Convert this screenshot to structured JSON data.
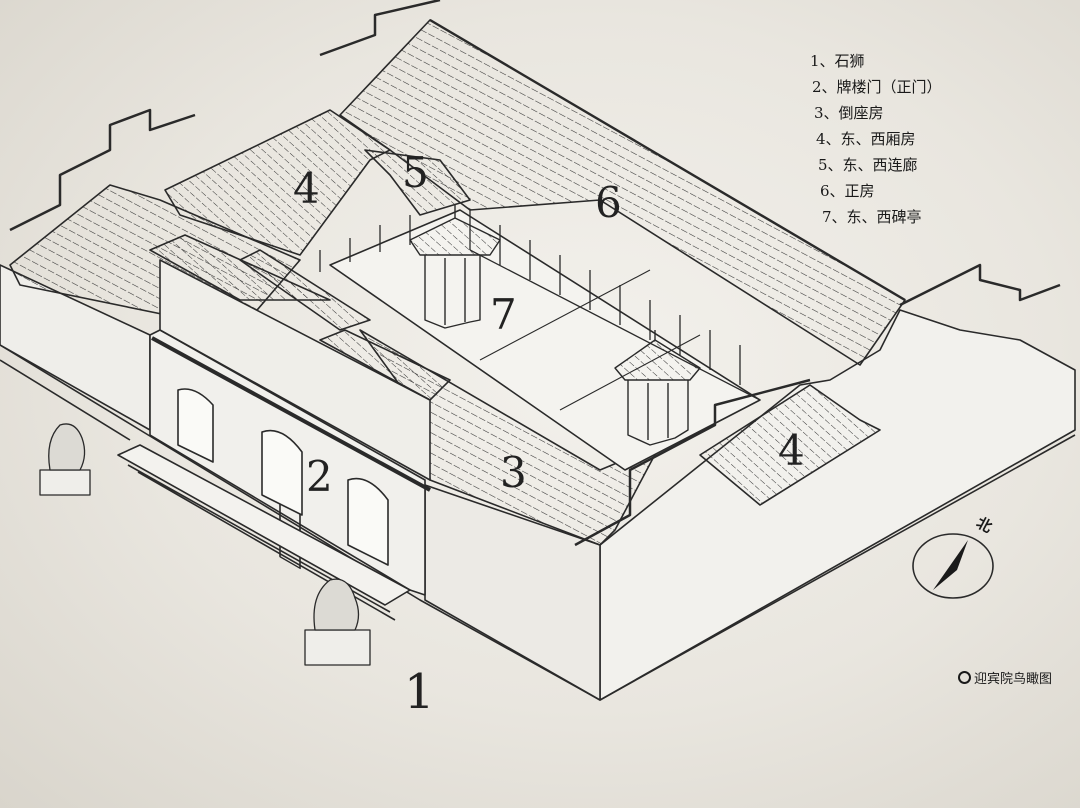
{
  "legend": {
    "items": [
      "1、石狮",
      "2、牌楼门（正门）",
      "3、倒座房",
      "4、东、西厢房",
      "5、东、西连廊",
      "6、正房",
      "7、东、西碑亭"
    ]
  },
  "labels": {
    "n1": "1",
    "n2": "2",
    "n3": "3",
    "n4_west": "4",
    "n4_east": "4",
    "n5": "5",
    "n6": "6",
    "n7": "7"
  },
  "compass": {
    "label": "北"
  },
  "caption": "迎宾院鸟瞰图",
  "colors": {
    "ink": "#2a2a2a",
    "paper": "#ecebe6"
  }
}
